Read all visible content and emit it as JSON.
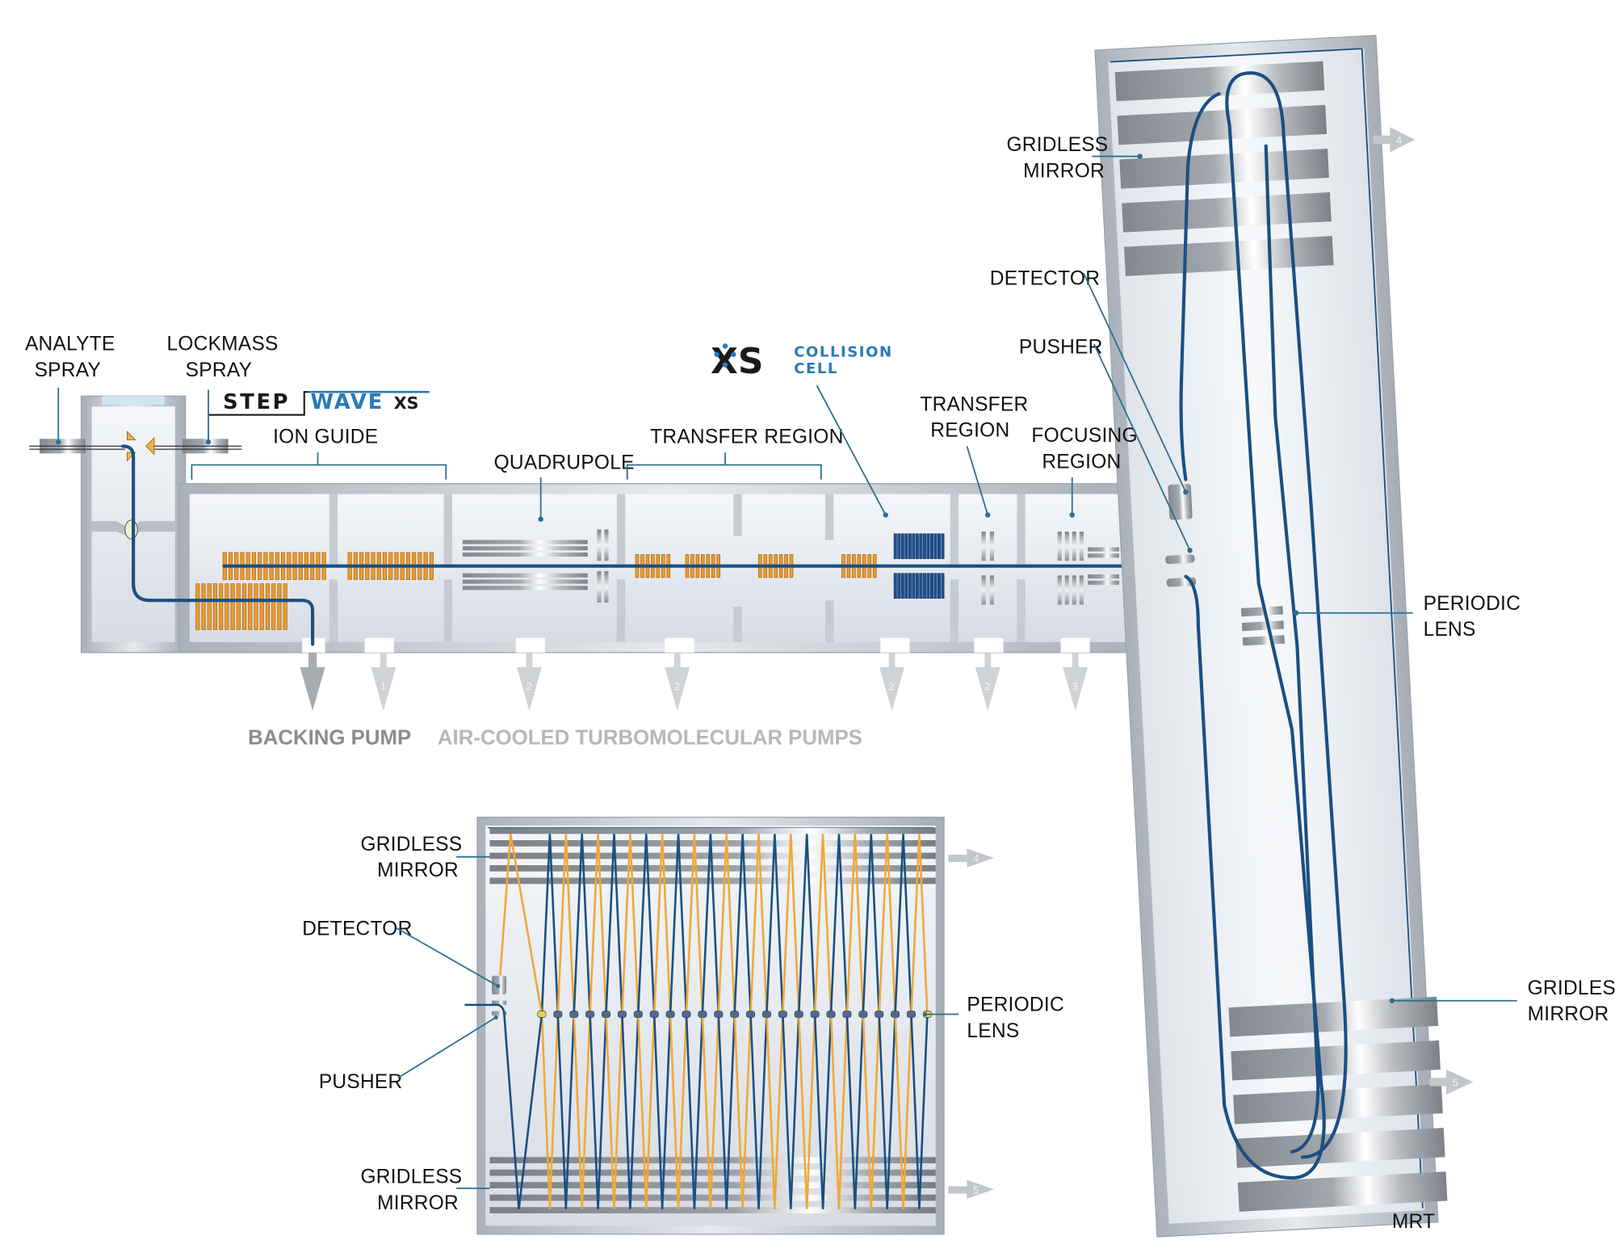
{
  "diagram": {
    "labels": {
      "analyte_spray": [
        "ANALYTE",
        "SPRAY"
      ],
      "lockmass_spray": [
        "LOCKMASS",
        "SPRAY"
      ],
      "ion_guide": "ION GUIDE",
      "quadrupole": "QUADRUPOLE",
      "transfer_region_1": "TRANSFER REGION",
      "transfer_region_2": [
        "TRANSFER",
        "REGION"
      ],
      "focusing_region": [
        "FOCUSING",
        "REGION"
      ],
      "detector_main": "DETECTOR",
      "pusher_main": "PUSHER",
      "gridless_mirror_top": [
        "GRIDLESS",
        "MIRROR"
      ],
      "gridless_mirror_bottom": [
        "GRIDLESS",
        "MIRROR"
      ],
      "periodic_lens_main": [
        "PERIODIC",
        "LENS"
      ],
      "mrt": "MRT",
      "backing_pump": "BACKING PUMP",
      "turbo_pumps": "AIR-COOLED TURBOMOLECULAR PUMPS",
      "inset_gridless_mirror_top": [
        "GRIDLESS",
        "MIRROR"
      ],
      "inset_detector": "DETECTOR",
      "inset_pusher": "PUSHER",
      "inset_periodic_lens": [
        "PERIODIC",
        "LENS"
      ],
      "inset_gridless_mirror_bottom": [
        "GRIDLESS",
        "MIRROR"
      ]
    },
    "logos": {
      "stepwave": {
        "part1": "STEP",
        "part2": "WAVE",
        "part3": "XS"
      },
      "xs_collision_cell": {
        "mark": "XS",
        "line1": "COLLISION",
        "line2": "CELL"
      }
    },
    "pump_arrows": {
      "main": [
        {
          "id": "backing",
          "number": ""
        },
        {
          "id": "p1",
          "number": "1"
        },
        {
          "id": "p2a",
          "number": "2"
        },
        {
          "id": "p2b",
          "number": "2"
        },
        {
          "id": "p2c",
          "number": "2"
        },
        {
          "id": "p2d",
          "number": "2"
        },
        {
          "id": "p3",
          "number": "3"
        }
      ],
      "mrt": [
        {
          "id": "p4",
          "number": "4"
        },
        {
          "id": "p5",
          "number": "5"
        }
      ],
      "inset": [
        {
          "id": "ip4",
          "number": "4"
        },
        {
          "id": "ip5",
          "number": "5"
        }
      ]
    },
    "colors": {
      "ion_beam": "#1a4f82",
      "leader_line": "#2c6f93",
      "ion_guide_rings": "#e99b32",
      "collision_cell": "#1e4f8f",
      "orange_beam": "#f0a838",
      "pump_label_gray": "#8c8c8c"
    }
  }
}
